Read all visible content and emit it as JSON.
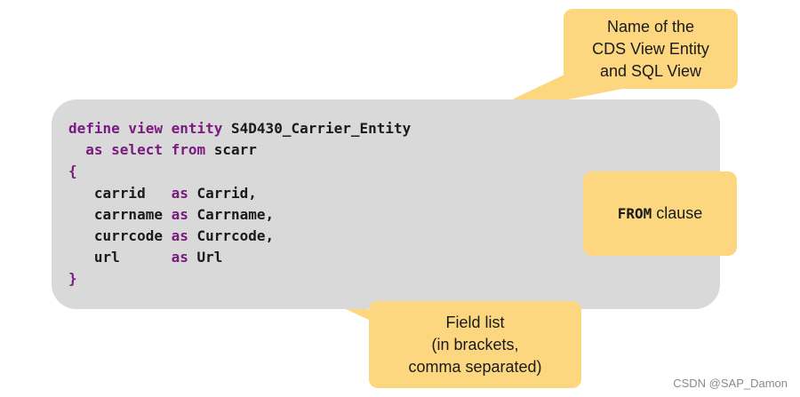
{
  "code": {
    "lines": [
      [
        {
          "t": "define view entity",
          "kw": true
        },
        {
          "t": " S4D430_Carrier_Entity",
          "kw": false
        }
      ],
      [
        {
          "t": "  ",
          "kw": false
        },
        {
          "t": "as select from",
          "kw": true
        },
        {
          "t": " scarr",
          "kw": false
        }
      ],
      [
        {
          "t": "{",
          "kw": true
        }
      ],
      [
        {
          "t": "   carrid   ",
          "kw": false
        },
        {
          "t": "as",
          "kw": true
        },
        {
          "t": " Carrid,",
          "kw": false
        }
      ],
      [
        {
          "t": "   carrname ",
          "kw": false
        },
        {
          "t": "as",
          "kw": true
        },
        {
          "t": " Carrname,",
          "kw": false
        }
      ],
      [
        {
          "t": "   currcode ",
          "kw": false
        },
        {
          "t": "as",
          "kw": true
        },
        {
          "t": " Currcode,",
          "kw": false
        }
      ],
      [
        {
          "t": "   url      ",
          "kw": false
        },
        {
          "t": "as",
          "kw": true
        },
        {
          "t": " Url",
          "kw": false
        }
      ],
      [
        {
          "t": "}",
          "kw": true
        }
      ]
    ]
  },
  "callouts": {
    "name": {
      "line1": "Name of the",
      "line2": "CDS View Entity",
      "line3": "and SQL View"
    },
    "from": {
      "keyword": "FROM",
      "text": " clause"
    },
    "field": {
      "line1": "Field list",
      "line2": "(in brackets,",
      "line3": "comma separated)"
    }
  },
  "watermark": "CSDN @SAP_Damon",
  "colors": {
    "keyword": "#7a1a80",
    "callout": "#fcd780",
    "code_background": "#d9d9d9"
  }
}
